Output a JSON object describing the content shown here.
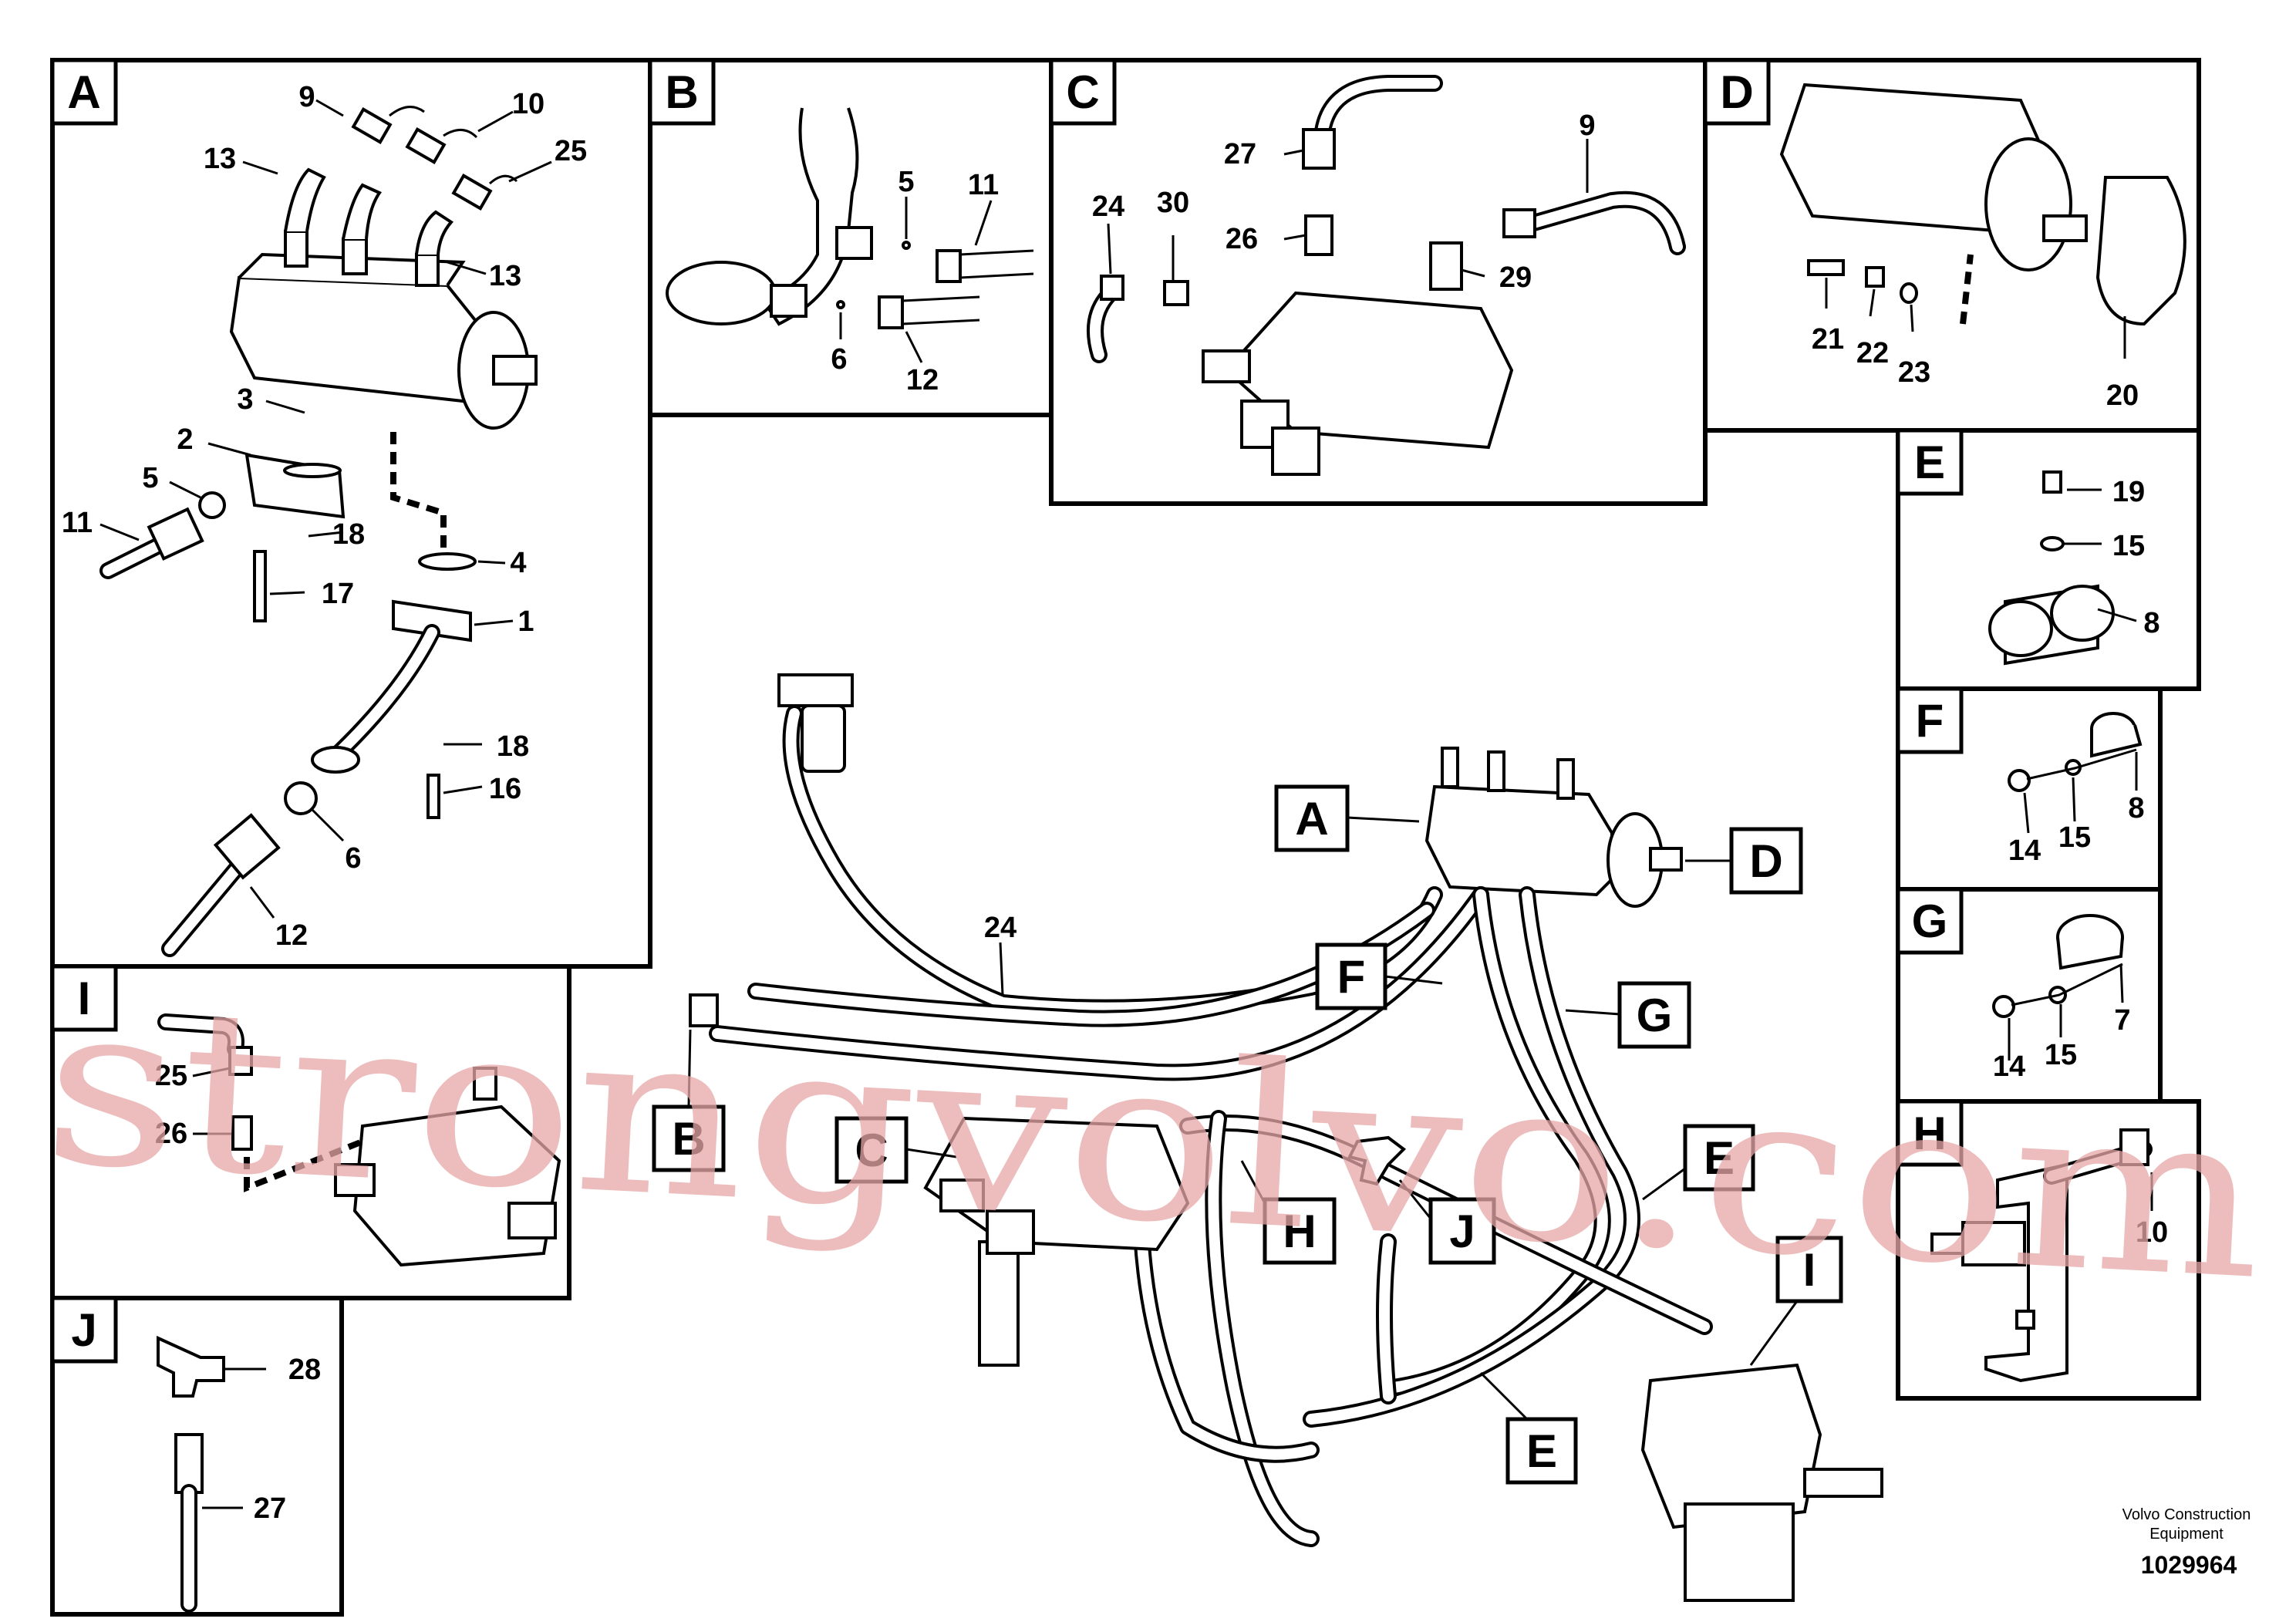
{
  "panels": {
    "A": {
      "letter": "A",
      "callouts": [
        "9",
        "10",
        "25",
        "13",
        "13",
        "3",
        "2",
        "5",
        "11",
        "18",
        "17",
        "4",
        "1",
        "18",
        "16",
        "6",
        "12"
      ]
    },
    "B": {
      "letter": "B",
      "callouts": [
        "5",
        "11",
        "6",
        "12"
      ]
    },
    "C": {
      "letter": "C",
      "callouts": [
        "27",
        "9",
        "24",
        "30",
        "26",
        "29"
      ]
    },
    "D": {
      "letter": "D",
      "callouts": [
        "21",
        "22",
        "23",
        "20"
      ]
    },
    "E": {
      "letter": "E",
      "callouts": [
        "19",
        "15",
        "8"
      ]
    },
    "F": {
      "letter": "F",
      "callouts": [
        "8",
        "14",
        "15"
      ]
    },
    "G": {
      "letter": "G",
      "callouts": [
        "7",
        "14",
        "15"
      ]
    },
    "H": {
      "letter": "H",
      "callouts": [
        "10"
      ]
    },
    "I": {
      "letter": "I",
      "callouts": [
        "25",
        "26"
      ]
    },
    "J": {
      "letter": "J",
      "callouts": [
        "28",
        "27"
      ]
    }
  },
  "main_labels": {
    "A": "A",
    "B": "B",
    "C": "C",
    "D": "D",
    "E1": "E",
    "E2": "E",
    "F": "F",
    "G": "G",
    "H": "H",
    "I": "I",
    "J": "J",
    "n24": "24"
  },
  "footer": {
    "manufacturer_line1": "Volvo Construction",
    "manufacturer_line2": "Equipment",
    "drawing_number": "1029964"
  },
  "watermark": "strongvolvo.com"
}
